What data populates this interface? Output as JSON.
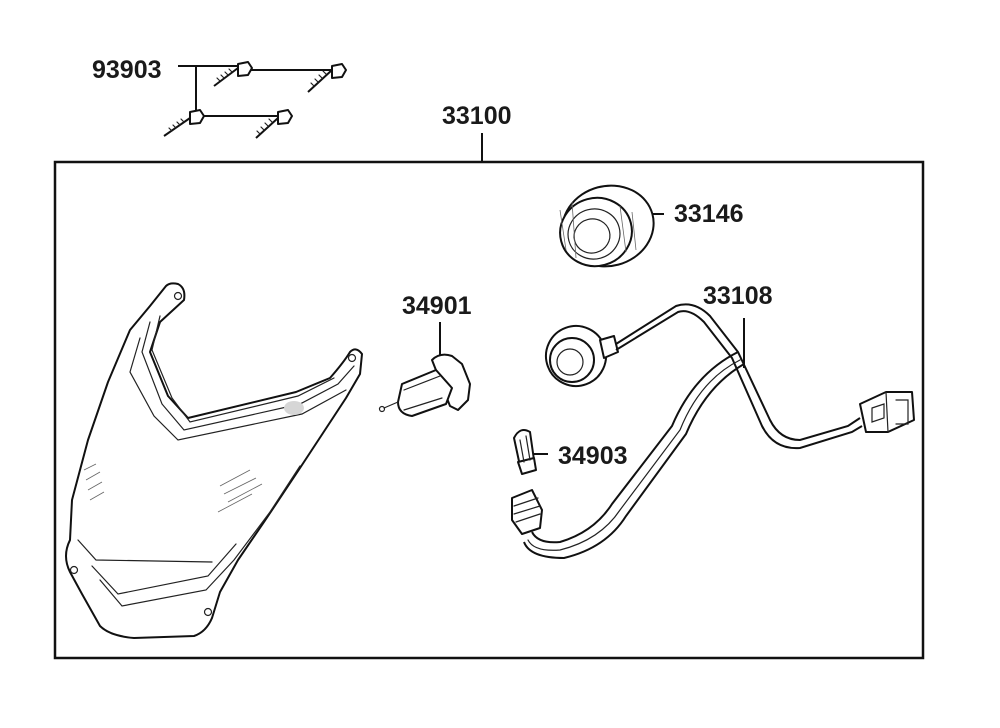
{
  "labels": {
    "screws": "93903",
    "assembly": "33100",
    "socket_cover": "33146",
    "bulb_main": "34901",
    "wire_harness": "33108",
    "bulb_small": "34903"
  }
}
